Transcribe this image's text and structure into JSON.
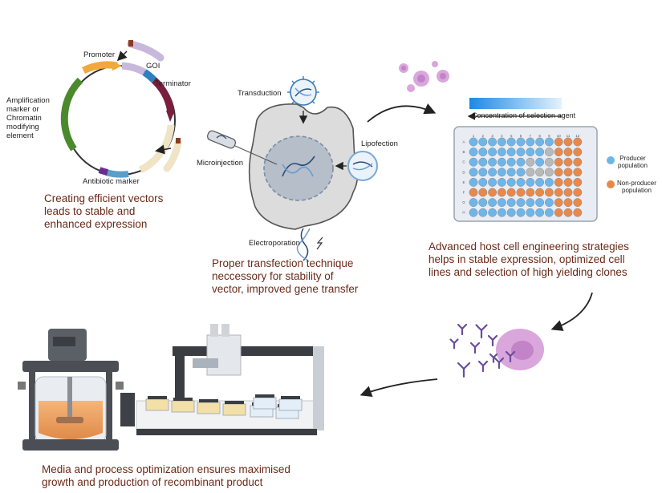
{
  "colors": {
    "caption": "#6b2a18",
    "producer": "#6fb6e8",
    "non_producer": "#e8894a",
    "empty_well": "#b9b9b9",
    "promoter": "#f0a93a",
    "terminator": "#2f7fc0",
    "amplification_marker": "#4a8a2c",
    "goi": "#c9b8dd",
    "gene_insert": "#7a1f3d",
    "antibiotic_marker": "#5a9fc8",
    "cell": "#dcdcdc",
    "nucleus": "#b5bec9",
    "antibody": "#6a4c9c",
    "producer_cell": "#d9a7dc"
  },
  "vector": {
    "promoter": "Promoter",
    "goi": "GOI",
    "terminator": "Terminator",
    "amplification": [
      "Amplification",
      "marker or",
      "Chromatin",
      "modifying",
      "element"
    ],
    "antibiotic": "Antibiotic marker",
    "caption": [
      "Creating efficient vectors",
      "leads to stable and",
      "enhanced expression"
    ]
  },
  "transfection": {
    "transduction": "Transduction",
    "microinjection": "Microinjection",
    "lipofection": "Lipofection",
    "electroporation": "Electroporation",
    "caption": [
      "Proper transfection technique",
      "neccessory for stability of",
      "vector, improved gene transfer"
    ]
  },
  "selection": {
    "gradient_label": "Concentration of selection agent",
    "columns": [
      "1",
      "2",
      "3",
      "4",
      "5",
      "6",
      "7",
      "8",
      "9",
      "10",
      "11",
      "12"
    ],
    "rows": [
      "A",
      "B",
      "C",
      "D",
      "E",
      "F",
      "G",
      "H"
    ],
    "well_pattern": [
      "PPPPPPPPPNNN",
      "PPPPPPPPENNN",
      "PPPPPPEPENNN",
      "PPPPPPEEENNN",
      "PPPPPPPPPNNN",
      "NNNNNNNNNNNN",
      "PPPPPPPPPNNN",
      "PPPPPPPPPNNN"
    ],
    "legend": [
      {
        "key": "producer",
        "lines": [
          "Producer",
          "population"
        ]
      },
      {
        "key": "non_producer",
        "lines": [
          "Non-producer",
          "population"
        ]
      }
    ],
    "caption": [
      "Advanced host cell engineering strategies",
      "helps in stable expression, optimized cell",
      "lines and selection of high yielding clones"
    ]
  },
  "bioprocess": {
    "caption": [
      "Media and process optimization ensures maximised",
      "growth and production of recombinant product"
    ]
  }
}
